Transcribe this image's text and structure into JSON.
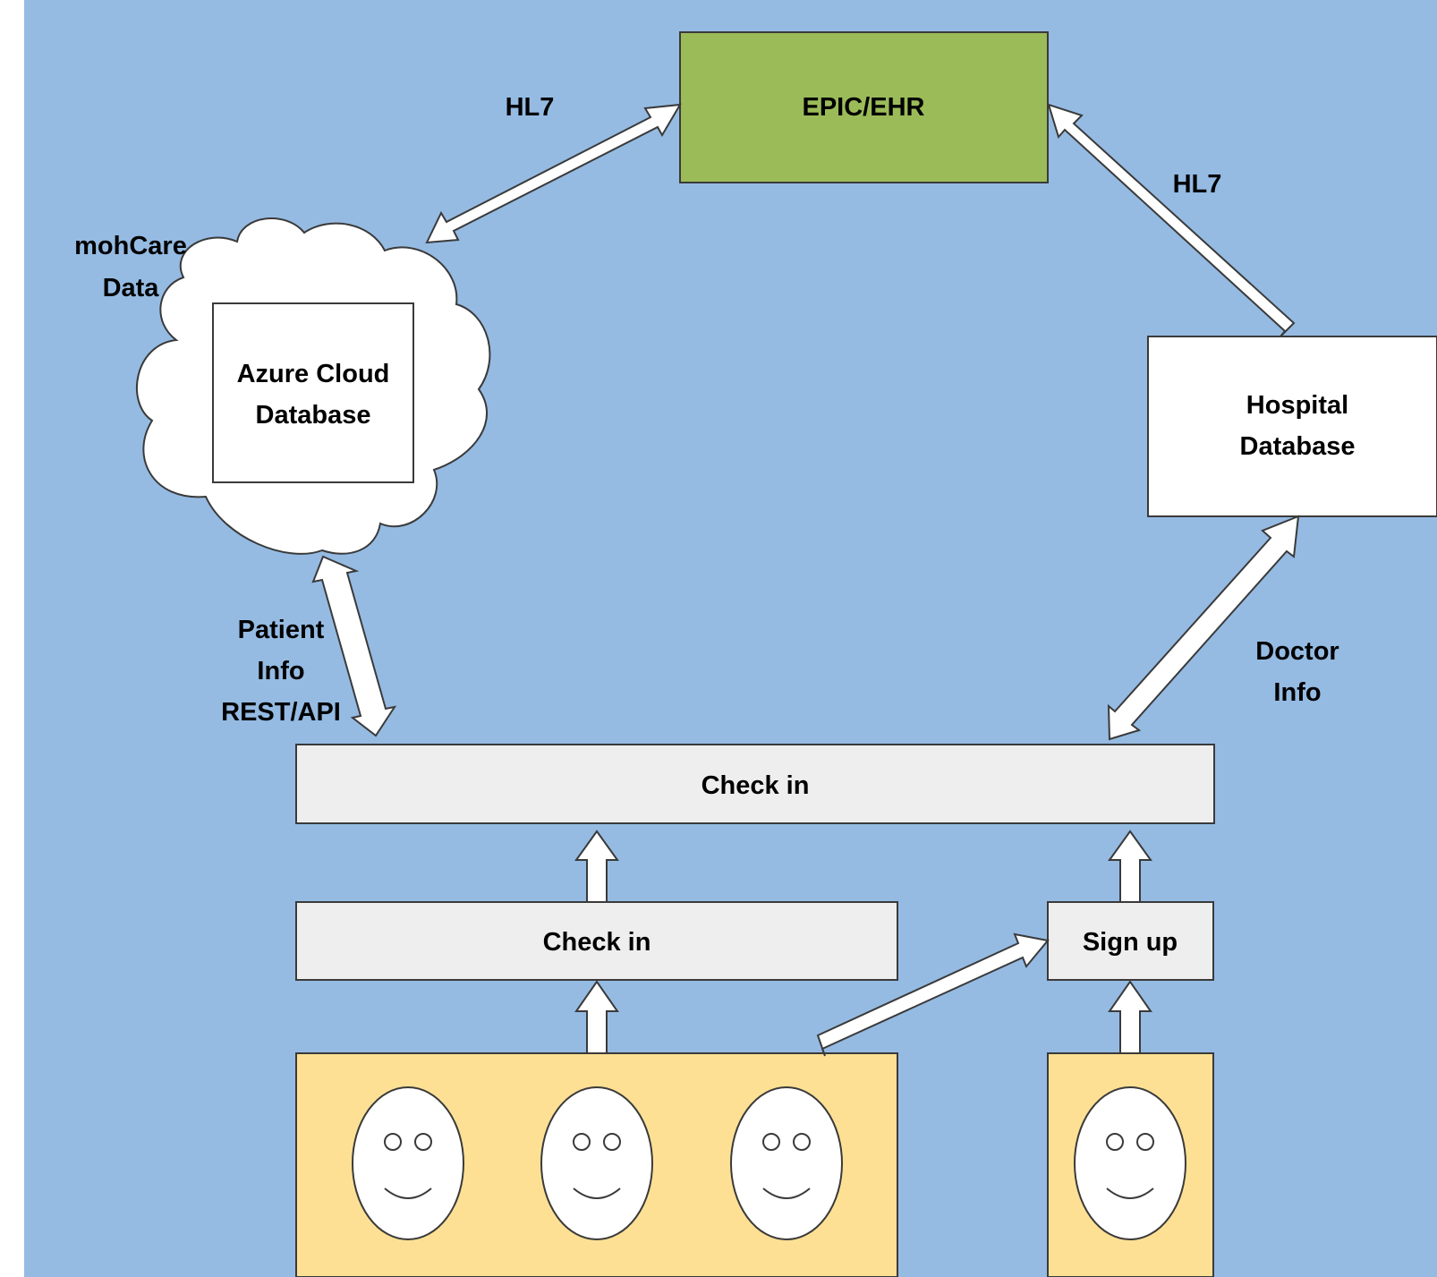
{
  "colors": {
    "background": "#95bbe3",
    "ehr_fill": "#9bbb59",
    "person_panel_fill": "#fde094",
    "bar_fill": "#eeeeee",
    "white": "#ffffff",
    "stroke": "#3a3a3a"
  },
  "nodes": {
    "ehr": "EPIC/EHR",
    "cloud_caption": [
      "mohCare",
      "Data"
    ],
    "azure_db": [
      "Azure Cloud",
      "Database"
    ],
    "hospital_db": [
      "Hospital",
      "Database"
    ],
    "check_in_main": "Check in",
    "check_in_patient": "Check in",
    "sign_up": "Sign up"
  },
  "edges": {
    "cloud_to_ehr": "HL7",
    "hospital_to_ehr": "HL7",
    "cloud_to_checkin": [
      "Patient",
      "Info",
      "REST/API"
    ],
    "hospital_to_checkin": [
      "Doctor",
      "Info"
    ]
  },
  "people": {
    "returning_patients": [
      "smiley-icon",
      "smiley-icon",
      "smiley-icon"
    ],
    "new_patient": [
      "smiley-icon"
    ]
  }
}
